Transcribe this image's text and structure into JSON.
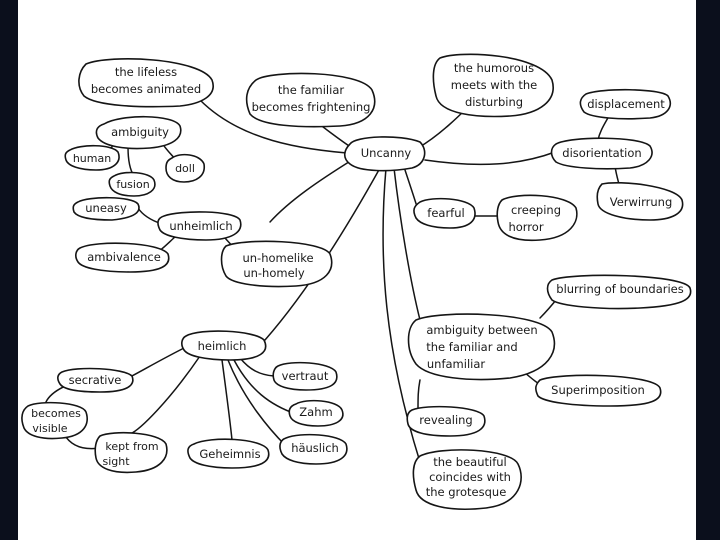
{
  "mindmap": {
    "center": "Uncanny",
    "nodes": {
      "lifeless": [
        "the lifeless",
        "becomes animated"
      ],
      "familiar_frightening": [
        "the familiar",
        "becomes frightening"
      ],
      "humorous": [
        "the humorous",
        "meets with the",
        "disturbing"
      ],
      "displacement": "displacement",
      "disorientation": "disorientation",
      "verwirrung": "Verwirrung",
      "ambiguity": "ambiguity",
      "human": "human",
      "doll": "doll",
      "fusion": "fusion",
      "uneasy": "uneasy",
      "unheimlich": "unheimlich",
      "ambivalence": "ambivalence",
      "unhomelike": [
        "un-homelike",
        "un-homely"
      ],
      "fearful": "fearful",
      "creeping": [
        "creeping",
        "horror"
      ],
      "blurring": "blurring of boundaries",
      "ambiguity_between": [
        "ambiguity between",
        "the familiar and",
        "unfamiliar"
      ],
      "superimposition": "Superimposition",
      "revealing": "revealing",
      "heimlich": "heimlich",
      "secrative": "secrative",
      "becomes_visible": [
        "becomes",
        "visible"
      ],
      "kept": [
        "kept from",
        "sight"
      ],
      "geheimnis": "Geheimnis",
      "vertraut": "vertraut",
      "zahm": "Zahm",
      "hauslich": "häuslich",
      "beautiful": [
        "the beautiful",
        "coincides with",
        "the grotesque"
      ]
    }
  }
}
